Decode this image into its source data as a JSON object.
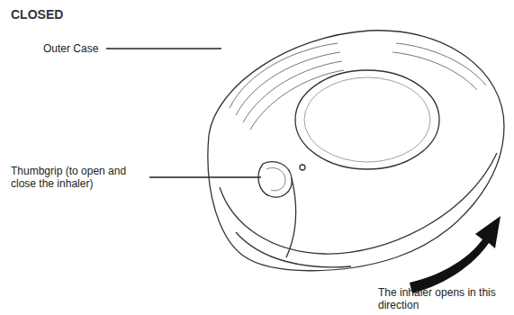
{
  "diagram": {
    "title": "CLOSED",
    "labels": [
      "Outer Case",
      "Thumbgrip (to open and close the inhaler)",
      "The inhaler opens in this direction"
    ]
  }
}
